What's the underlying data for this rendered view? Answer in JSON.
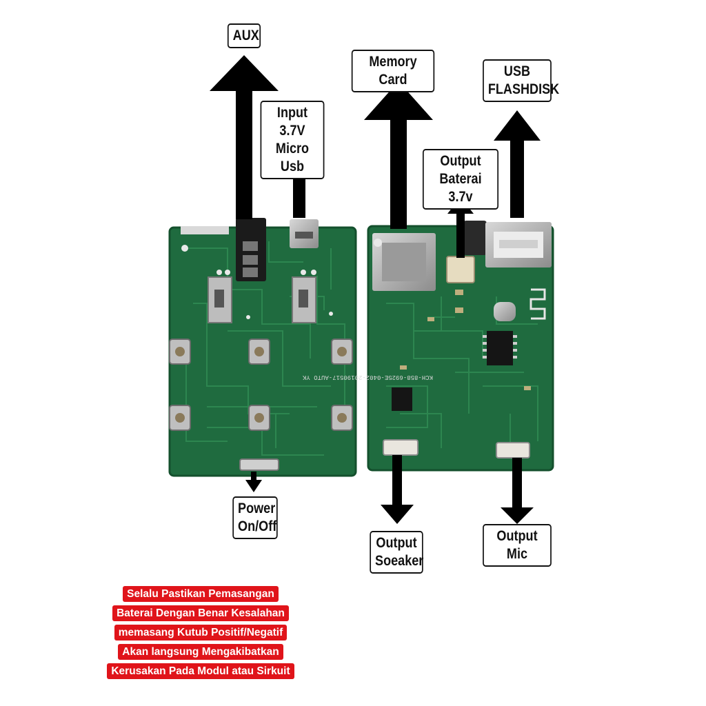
{
  "labels": {
    "aux": "AUX",
    "input_line1": "Input 3.7V",
    "input_line2": "Micro Usb",
    "power_line1": "Power",
    "power_line2": "On/Off",
    "memory_card": "Memory Card",
    "usb_line1": "USB",
    "usb_line2": "FLASHDISK",
    "output_batt_line1": "Output",
    "output_batt_line2": "Baterai 3.7v",
    "speaker_line1": "Output",
    "speaker_line2": "Soeaker",
    "output_mic": "Output Mic"
  },
  "pcb_text": "KCH-858-6925E-0402-20190517-AUTO YK",
  "warning": [
    "Selalu Pastikan Pemasangan",
    "Baterai Dengan Benar Kesalahan",
    "memasang Kutub Positif/Negatif",
    "Akan langsung Mengakibatkan",
    "Kerusakan Pada Modul atau Sirkuit"
  ],
  "colors": {
    "pcb": "#1f6b3f",
    "pcb_dark": "#15532f",
    "trace": "#2f8a52",
    "arrow": "#000000",
    "warning_bg": "#e0141a"
  }
}
